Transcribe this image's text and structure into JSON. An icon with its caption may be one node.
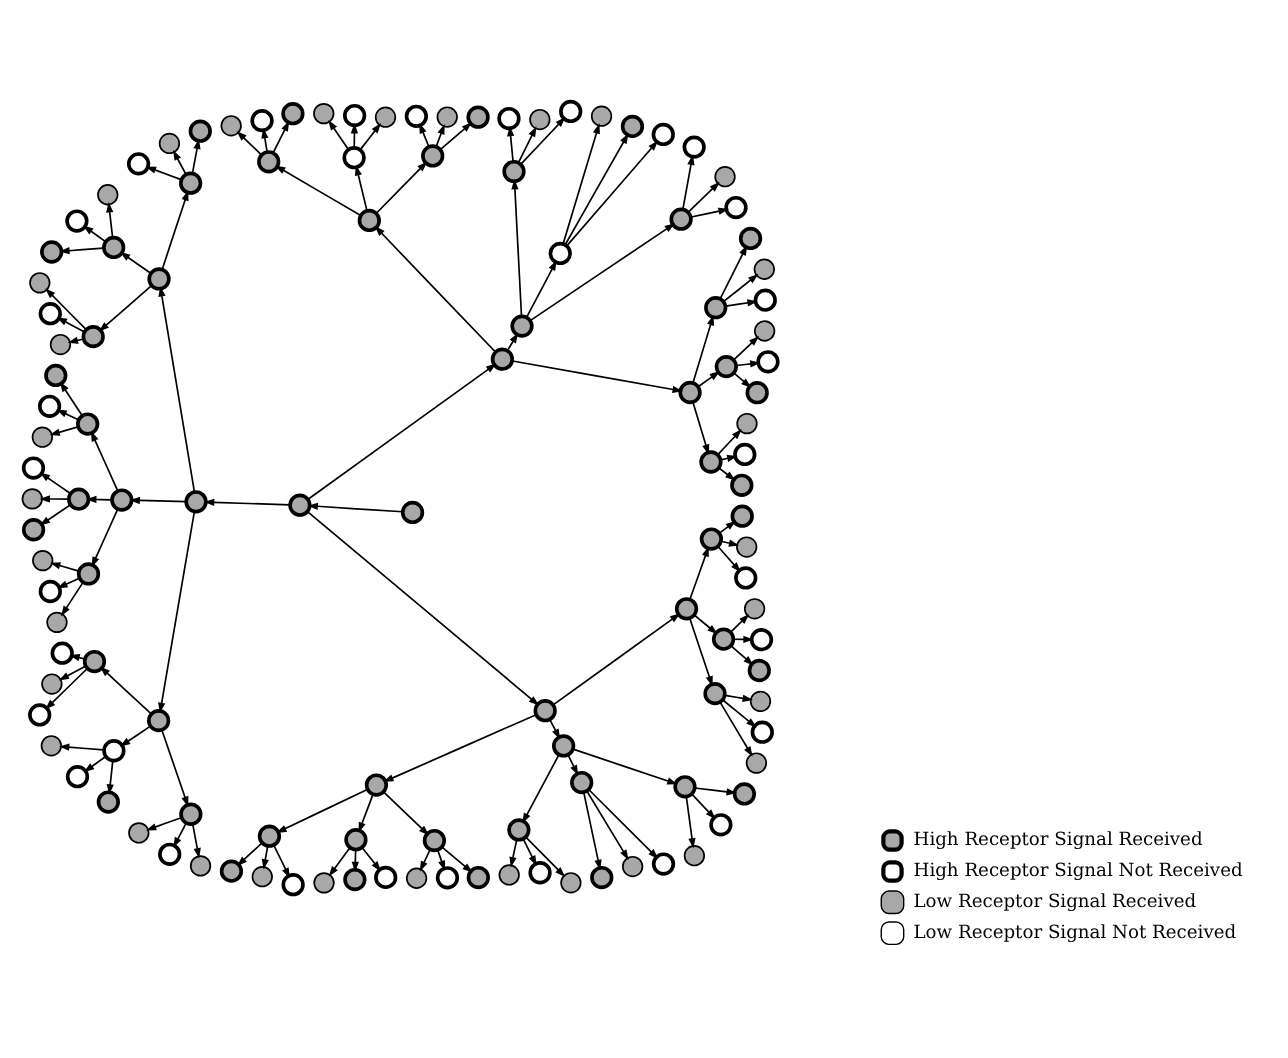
{
  "diagram": {
    "nodes": [
      {
        "text": [],
        "shape": "circle"
      },
      {
        "text": [],
        "shape": "circle"
      },
      {
        "text": [],
        "shape": "circle"
      },
      {
        "text": [],
        "shape": "circle"
      },
      {
        "text": [],
        "shape": "circle"
      },
      {
        "text": [],
        "shape": "circle"
      },
      {
        "text": [],
        "shape": "circle"
      },
      {
        "text": [],
        "shape": "circle"
      },
      {
        "text": [],
        "shape": "circle"
      },
      {
        "text": [],
        "shape": "circle"
      },
      {
        "text": [],
        "shape": "circle"
      },
      {
        "text": [],
        "shape": "circle"
      },
      {
        "text": [],
        "shape": "circle"
      },
      {
        "text": [],
        "shape": "circle"
      },
      {
        "text": [],
        "shape": "circle"
      },
      {
        "text": [],
        "shape": "circle"
      },
      {
        "text": [],
        "shape": "circle"
      },
      {
        "text": [],
        "shape": "circle"
      },
      {
        "text": [],
        "shape": "circle"
      },
      {
        "text": [],
        "shape": "circle"
      },
      {
        "text": [],
        "shape": "circle"
      },
      {
        "text": [],
        "shape": "circle"
      },
      {
        "text": [],
        "shape": "circle"
      },
      {
        "text": [],
        "shape": "circle"
      },
      {
        "text": [],
        "shape": "circle"
      },
      {
        "text": [],
        "shape": "circle"
      },
      {
        "text": [],
        "shape": "circle"
      },
      {
        "text": [],
        "shape": "circle"
      },
      {
        "text": [],
        "shape": "circle"
      },
      {
        "text": [],
        "shape": "circle"
      },
      {
        "text": [],
        "shape": "circle"
      },
      {
        "text": [],
        "shape": "circle"
      },
      {
        "text": [],
        "shape": "circle"
      },
      {
        "text": [],
        "shape": "circle"
      },
      {
        "text": [],
        "shape": "circle"
      },
      {
        "text": [],
        "shape": "circle"
      },
      {
        "text": [],
        "shape": "circle"
      },
      {
        "text": [],
        "shape": "circle"
      },
      {
        "text": [],
        "shape": "circle"
      },
      {
        "text": [],
        "shape": "circle"
      },
      {
        "text": [],
        "shape": "circle"
      },
      {
        "text": [],
        "shape": "circle"
      },
      {
        "text": [],
        "shape": "circle"
      },
      {
        "text": [],
        "shape": "circle"
      },
      {
        "text": [],
        "shape": "circle"
      },
      {
        "text": [],
        "shape": "circle"
      },
      {
        "text": [],
        "shape": "circle"
      },
      {
        "text": [],
        "shape": "circle"
      },
      {
        "text": [],
        "shape": "circle"
      },
      {
        "text": [],
        "shape": "circle"
      },
      {
        "text": [],
        "shape": "circle"
      },
      {
        "text": [],
        "shape": "circle"
      },
      {
        "text": [],
        "shape": "circle"
      },
      {
        "text": [],
        "shape": "circle"
      },
      {
        "text": [],
        "shape": "circle"
      },
      {
        "text": [],
        "shape": "circle"
      },
      {
        "text": [],
        "shape": "circle"
      },
      {
        "text": [],
        "shape": "circle"
      },
      {
        "text": [],
        "shape": "circle"
      },
      {
        "text": [],
        "shape": "circle"
      },
      {
        "text": [],
        "shape": "circle"
      },
      {
        "text": [],
        "shape": "circle"
      },
      {
        "text": [],
        "shape": "circle"
      },
      {
        "text": [],
        "shape": "circle"
      },
      {
        "text": [],
        "shape": "circle"
      },
      {
        "text": [],
        "shape": "circle"
      },
      {
        "text": [],
        "shape": "circle"
      },
      {
        "text": [],
        "shape": "circle"
      },
      {
        "text": [],
        "shape": "circle"
      },
      {
        "text": [],
        "shape": "circle"
      },
      {
        "text": [],
        "shape": "circle"
      },
      {
        "text": [],
        "shape": "circle"
      },
      {
        "text": [],
        "shape": "circle"
      },
      {
        "text": [],
        "shape": "circle"
      },
      {
        "text": [],
        "shape": "circle"
      },
      {
        "text": [],
        "shape": "circle"
      },
      {
        "text": [],
        "shape": "circle"
      },
      {
        "text": [],
        "shape": "circle"
      },
      {
        "text": [],
        "shape": "circle"
      },
      {
        "text": [],
        "shape": "circle"
      },
      {
        "text": [],
        "shape": "circle"
      },
      {
        "text": [],
        "shape": "circle"
      },
      {
        "text": [],
        "shape": "circle"
      },
      {
        "text": [],
        "shape": "circle"
      },
      {
        "text": [],
        "shape": "circle"
      },
      {
        "text": [],
        "shape": "circle"
      },
      {
        "text": [],
        "shape": "circle"
      },
      {
        "text": [],
        "shape": "circle"
      },
      {
        "text": [],
        "shape": "circle"
      },
      {
        "text": [],
        "shape": "circle"
      },
      {
        "text": [],
        "shape": "circle"
      },
      {
        "text": [],
        "shape": "circle"
      },
      {
        "text": [],
        "shape": "circle"
      },
      {
        "text": [],
        "shape": "circle"
      },
      {
        "text": [],
        "shape": "circle"
      },
      {
        "text": [],
        "shape": "circle"
      },
      {
        "text": [],
        "shape": "circle"
      },
      {
        "text": [],
        "shape": "circle"
      },
      {
        "text": [],
        "shape": "circle"
      },
      {
        "text": [],
        "shape": "circle"
      },
      {
        "text": [],
        "shape": "circle"
      },
      {
        "text": [],
        "shape": "circle"
      },
      {
        "text": [],
        "shape": "circle"
      },
      {
        "text": [],
        "shape": "circle"
      },
      {
        "text": [],
        "shape": "circle"
      },
      {
        "text": [],
        "shape": "circle"
      },
      {
        "text": [],
        "shape": "circle"
      },
      {
        "text": [],
        "shape": "circle"
      },
      {
        "text": [],
        "shape": "circle"
      },
      {
        "text": [],
        "shape": "circle"
      },
      {
        "text": [],
        "shape": "circle"
      },
      {
        "text": [],
        "shape": "circle"
      },
      {
        "text": [],
        "shape": "circle"
      },
      {
        "text": [],
        "shape": "circle"
      },
      {
        "text": [],
        "shape": "circle"
      },
      {
        "text": [],
        "shape": "circle"
      },
      {
        "text": [],
        "shape": "circle"
      },
      {
        "text": [],
        "shape": "circle"
      },
      {
        "text": [],
        "shape": "circle"
      },
      {
        "text": [],
        "shape": "circle"
      },
      {
        "text": [],
        "shape": "circle"
      },
      {
        "text": [],
        "shape": "circle"
      }
    ],
    "edges": [
      {
        "from": 0,
        "to": 1,
        "arrow": "to"
      },
      {
        "from": 1,
        "to": 2,
        "arrow": "to"
      },
      {
        "from": 1,
        "to": 3,
        "arrow": "to"
      },
      {
        "from": 1,
        "to": 4,
        "arrow": "to"
      },
      {
        "from": 2,
        "to": 5,
        "arrow": "to"
      },
      {
        "from": 2,
        "to": 6,
        "arrow": "to"
      },
      {
        "from": 2,
        "to": 7,
        "arrow": "to"
      },
      {
        "from": 3,
        "to": 8,
        "arrow": "to"
      },
      {
        "from": 3,
        "to": 9,
        "arrow": "to"
      },
      {
        "from": 3,
        "to": 10,
        "arrow": "to"
      },
      {
        "from": 4,
        "to": 11,
        "arrow": "to"
      },
      {
        "from": 4,
        "to": 12,
        "arrow": "to"
      },
      {
        "from": 4,
        "to": 13,
        "arrow": "to"
      },
      {
        "from": 5,
        "to": 14,
        "arrow": "to"
      },
      {
        "from": 5,
        "to": 15,
        "arrow": "to"
      },
      {
        "from": 5,
        "to": 16,
        "arrow": "to"
      },
      {
        "from": 6,
        "to": 17,
        "arrow": "to"
      },
      {
        "from": 6,
        "to": 18,
        "arrow": "to"
      },
      {
        "from": 6,
        "to": 19,
        "arrow": "to"
      },
      {
        "from": 7,
        "to": 20,
        "arrow": "to"
      },
      {
        "from": 7,
        "to": 21,
        "arrow": "to"
      },
      {
        "from": 7,
        "to": 22,
        "arrow": "to"
      },
      {
        "from": 8,
        "to": 23,
        "arrow": "to"
      },
      {
        "from": 8,
        "to": 24,
        "arrow": "to"
      },
      {
        "from": 8,
        "to": 25,
        "arrow": "to"
      },
      {
        "from": 9,
        "to": 26,
        "arrow": "to"
      },
      {
        "from": 9,
        "to": 27,
        "arrow": "to"
      },
      {
        "from": 9,
        "to": 28,
        "arrow": "to"
      },
      {
        "from": 10,
        "to": 29,
        "arrow": "to"
      },
      {
        "from": 10,
        "to": 30,
        "arrow": "to"
      },
      {
        "from": 10,
        "to": 31,
        "arrow": "to"
      },
      {
        "from": 11,
        "to": 32,
        "arrow": "to"
      },
      {
        "from": 11,
        "to": 33,
        "arrow": "to"
      },
      {
        "from": 11,
        "to": 34,
        "arrow": "to"
      },
      {
        "from": 12,
        "to": 35,
        "arrow": "to"
      },
      {
        "from": 12,
        "to": 36,
        "arrow": "to"
      },
      {
        "from": 12,
        "to": 37,
        "arrow": "to"
      },
      {
        "from": 13,
        "to": 38,
        "arrow": "to"
      },
      {
        "from": 13,
        "to": 39,
        "arrow": "to"
      },
      {
        "from": 13,
        "to": 40,
        "arrow": "to"
      },
      {
        "from": 14,
        "to": 41,
        "arrow": "to"
      },
      {
        "from": 14,
        "to": 42,
        "arrow": "to"
      },
      {
        "from": 14,
        "to": 43,
        "arrow": "to"
      },
      {
        "from": 15,
        "to": 44,
        "arrow": "to"
      },
      {
        "from": 15,
        "to": 45,
        "arrow": "to"
      },
      {
        "from": 15,
        "to": 46,
        "arrow": "to"
      },
      {
        "from": 16,
        "to": 47,
        "arrow": "to"
      },
      {
        "from": 16,
        "to": 48,
        "arrow": "to"
      },
      {
        "from": 16,
        "to": 49,
        "arrow": "to"
      },
      {
        "from": 17,
        "to": 50,
        "arrow": "to"
      },
      {
        "from": 17,
        "to": 51,
        "arrow": "to"
      },
      {
        "from": 17,
        "to": 52,
        "arrow": "to"
      },
      {
        "from": 18,
        "to": 53,
        "arrow": "to"
      },
      {
        "from": 18,
        "to": 54,
        "arrow": "to"
      },
      {
        "from": 18,
        "to": 55,
        "arrow": "to"
      },
      {
        "from": 19,
        "to": 56,
        "arrow": "to"
      },
      {
        "from": 19,
        "to": 57,
        "arrow": "to"
      },
      {
        "from": 19,
        "to": 58,
        "arrow": "to"
      },
      {
        "from": 20,
        "to": 59,
        "arrow": "to"
      },
      {
        "from": 20,
        "to": 60,
        "arrow": "to"
      },
      {
        "from": 20,
        "to": 61,
        "arrow": "to"
      },
      {
        "from": 21,
        "to": 62,
        "arrow": "to"
      },
      {
        "from": 21,
        "to": 63,
        "arrow": "to"
      },
      {
        "from": 21,
        "to": 64,
        "arrow": "to"
      },
      {
        "from": 22,
        "to": 65,
        "arrow": "to"
      },
      {
        "from": 22,
        "to": 66,
        "arrow": "to"
      },
      {
        "from": 22,
        "to": 67,
        "arrow": "to"
      },
      {
        "from": 23,
        "to": 68,
        "arrow": "to"
      },
      {
        "from": 23,
        "to": 69,
        "arrow": "to"
      },
      {
        "from": 23,
        "to": 70,
        "arrow": "to"
      },
      {
        "from": 24,
        "to": 71,
        "arrow": "to"
      },
      {
        "from": 24,
        "to": 72,
        "arrow": "to"
      },
      {
        "from": 24,
        "to": 73,
        "arrow": "to"
      },
      {
        "from": 25,
        "to": 74,
        "arrow": "to"
      },
      {
        "from": 25,
        "to": 75,
        "arrow": "to"
      },
      {
        "from": 25,
        "to": 76,
        "arrow": "to"
      },
      {
        "from": 26,
        "to": 77,
        "arrow": "to"
      },
      {
        "from": 26,
        "to": 78,
        "arrow": "to"
      },
      {
        "from": 26,
        "to": 79,
        "arrow": "to"
      },
      {
        "from": 27,
        "to": 80,
        "arrow": "to"
      },
      {
        "from": 27,
        "to": 81,
        "arrow": "to"
      },
      {
        "from": 27,
        "to": 82,
        "arrow": "to"
      },
      {
        "from": 28,
        "to": 83,
        "arrow": "to"
      },
      {
        "from": 28,
        "to": 84,
        "arrow": "to"
      },
      {
        "from": 28,
        "to": 85,
        "arrow": "to"
      },
      {
        "from": 29,
        "to": 86,
        "arrow": "to"
      },
      {
        "from": 29,
        "to": 87,
        "arrow": "to"
      },
      {
        "from": 29,
        "to": 88,
        "arrow": "to"
      },
      {
        "from": 30,
        "to": 89,
        "arrow": "to"
      },
      {
        "from": 30,
        "to": 90,
        "arrow": "to"
      },
      {
        "from": 30,
        "to": 91,
        "arrow": "to"
      },
      {
        "from": 31,
        "to": 92,
        "arrow": "to"
      },
      {
        "from": 31,
        "to": 93,
        "arrow": "to"
      },
      {
        "from": 31,
        "to": 94,
        "arrow": "to"
      },
      {
        "from": 32,
        "to": 95,
        "arrow": "to"
      },
      {
        "from": 32,
        "to": 96,
        "arrow": "to"
      },
      {
        "from": 32,
        "to": 97,
        "arrow": "to"
      },
      {
        "from": 33,
        "to": 98,
        "arrow": "to"
      },
      {
        "from": 33,
        "to": 99,
        "arrow": "to"
      },
      {
        "from": 33,
        "to": 100,
        "arrow": "to"
      },
      {
        "from": 34,
        "to": 101,
        "arrow": "to"
      },
      {
        "from": 34,
        "to": 102,
        "arrow": "to"
      },
      {
        "from": 34,
        "to": 103,
        "arrow": "to"
      },
      {
        "from": 35,
        "to": 104,
        "arrow": "to"
      },
      {
        "from": 35,
        "to": 105,
        "arrow": "to"
      },
      {
        "from": 35,
        "to": 106,
        "arrow": "to"
      },
      {
        "from": 36,
        "to": 107,
        "arrow": "to"
      },
      {
        "from": 36,
        "to": 108,
        "arrow": "to"
      },
      {
        "from": 36,
        "to": 109,
        "arrow": "to"
      },
      {
        "from": 37,
        "to": 110,
        "arrow": "to"
      },
      {
        "from": 37,
        "to": 111,
        "arrow": "to"
      },
      {
        "from": 37,
        "to": 112,
        "arrow": "to"
      },
      {
        "from": 38,
        "to": 113,
        "arrow": "to"
      },
      {
        "from": 38,
        "to": 114,
        "arrow": "to"
      },
      {
        "from": 38,
        "to": 115,
        "arrow": "to"
      },
      {
        "from": 39,
        "to": 116,
        "arrow": "to"
      },
      {
        "from": 39,
        "to": 117,
        "arrow": "to"
      },
      {
        "from": 39,
        "to": 118,
        "arrow": "to"
      },
      {
        "from": 40,
        "to": 119,
        "arrow": "to"
      },
      {
        "from": 40,
        "to": 120,
        "arrow": "to"
      },
      {
        "from": 40,
        "to": 121,
        "arrow": "to"
      }
    ],
    "legend": [
      {
        "text": "High Receptor Signal Received"
      },
      {
        "text": "High Receptor Signal Not Received"
      },
      {
        "text": "Low Receptor Signal Received"
      },
      {
        "text": "Low Receptor Signal Not Received"
      }
    ]
  }
}
